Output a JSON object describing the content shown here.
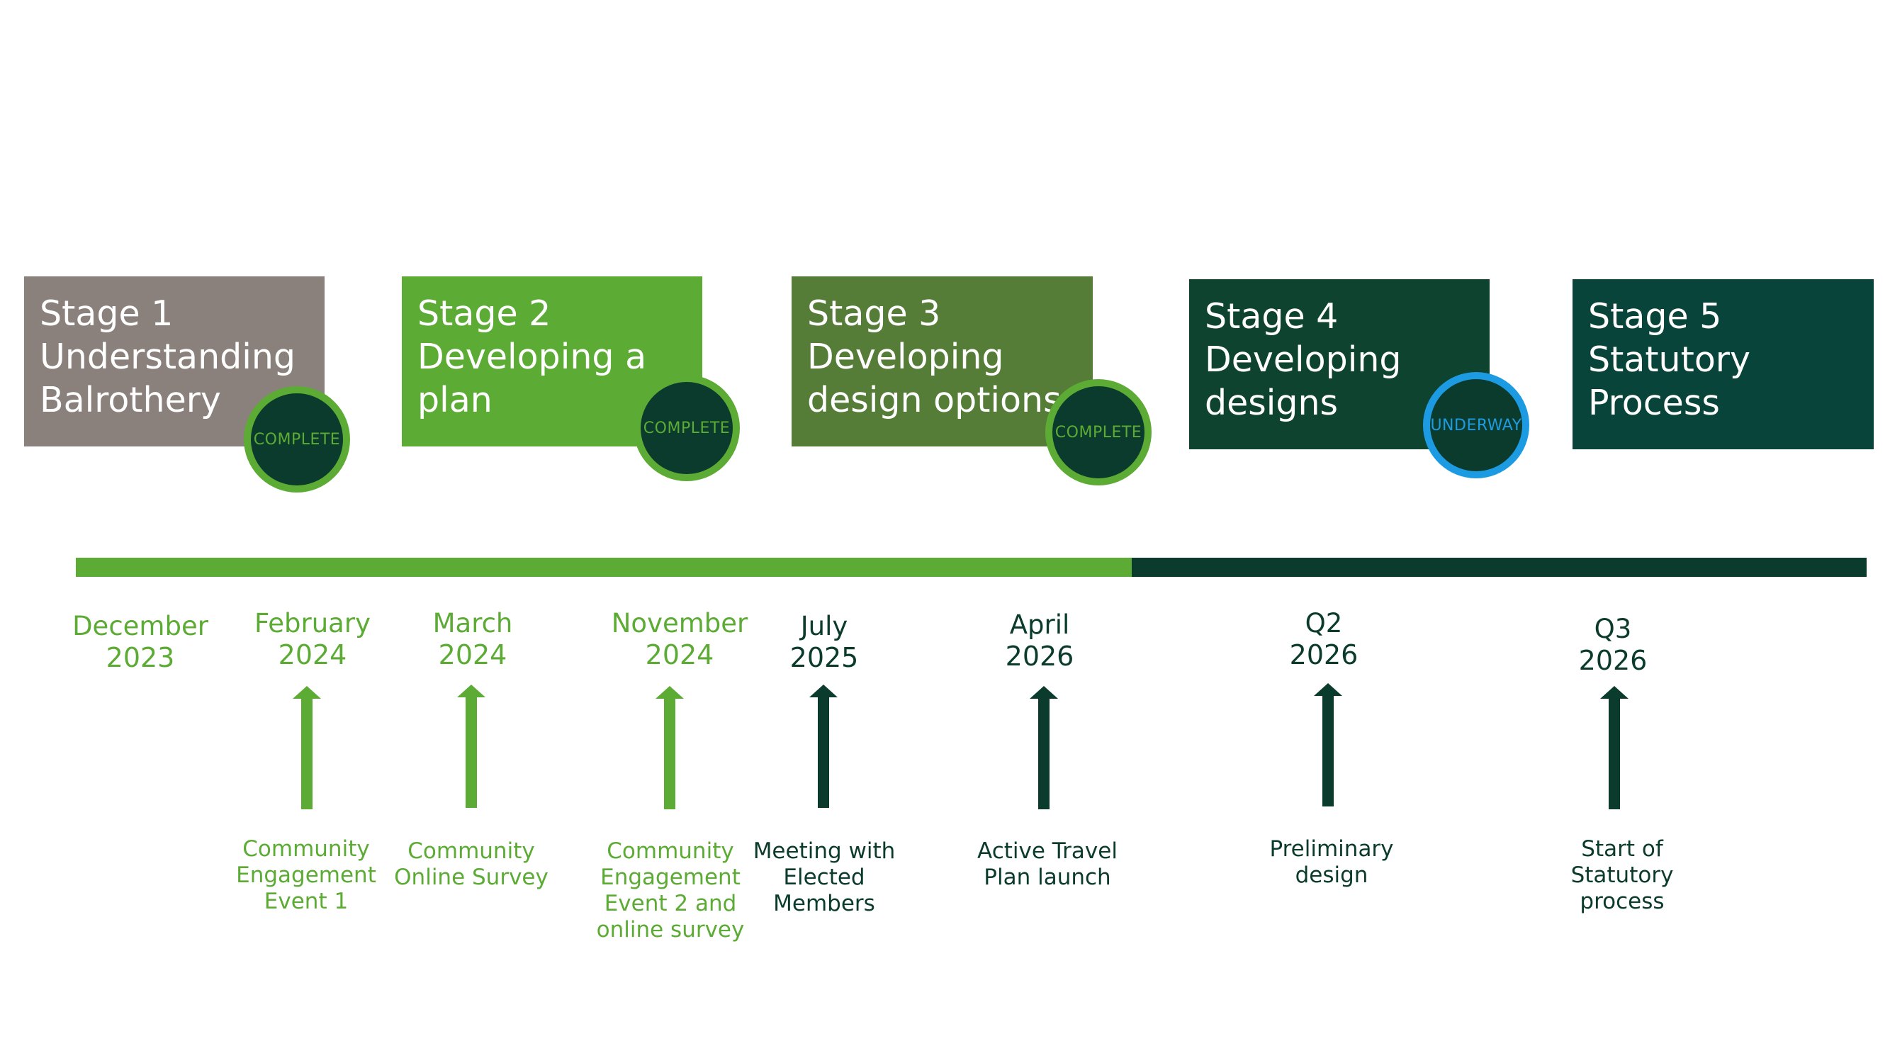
{
  "stages": [
    {
      "lines": [
        "Stage 1",
        "Understanding",
        "Balrothery"
      ],
      "status": "COMPLETE",
      "color": "#8a817c"
    },
    {
      "lines": [
        "Stage 2",
        "Developing a",
        "plan"
      ],
      "status": "COMPLETE",
      "color": "#5cab34"
    },
    {
      "lines": [
        "Stage 3",
        "Developing",
        "design options"
      ],
      "status": "COMPLETE",
      "color": "#557d37"
    },
    {
      "lines": [
        "Stage 4",
        "Developing",
        "designs"
      ],
      "status": "UNDERWAY",
      "color": "#0e4330"
    },
    {
      "lines": [
        "Stage 5",
        "Statutory",
        "Process"
      ],
      "status": "",
      "color": "#09443a"
    }
  ],
  "timeline": {
    "complete_color": "#5cab34",
    "pending_color": "#0b3b2c",
    "events": [
      {
        "month": "December",
        "year": "2023",
        "caption": [],
        "state": "complete"
      },
      {
        "month": "February",
        "year": "2024",
        "caption": [
          "Community",
          "Engagement",
          "Event 1"
        ],
        "state": "complete"
      },
      {
        "month": "March",
        "year": "2024",
        "caption": [
          "Community",
          "Online Survey"
        ],
        "state": "complete"
      },
      {
        "month": "November",
        "year": "2024",
        "caption": [
          "Community",
          "Engagement",
          "Event 2 and",
          "online survey"
        ],
        "state": "complete"
      },
      {
        "month": "July",
        "year": "2025",
        "caption": [
          "Meeting with",
          "Elected",
          "Members"
        ],
        "state": "pending"
      },
      {
        "month": "April",
        "year": "2026",
        "caption": [
          "Active Travel",
          "Plan launch"
        ],
        "state": "pending"
      },
      {
        "month": "Q2",
        "year": "2026",
        "caption": [
          "Preliminary",
          "design"
        ],
        "state": "pending"
      },
      {
        "month": "Q3",
        "year": "2026",
        "caption": [
          "Start of",
          "Statutory",
          "process"
        ],
        "state": "pending"
      }
    ]
  }
}
